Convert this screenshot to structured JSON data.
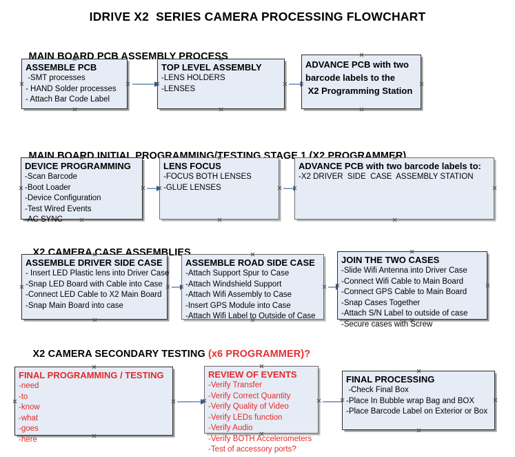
{
  "document": {
    "title": "IDRIVE X2  SERIES CAMERA PROCESSING FLOWCHART",
    "accent_color": "#e02b2b",
    "box_fill": "#e6ecf6",
    "arrow_color": "#8ba6c4"
  },
  "sections": [
    {
      "heading": "MAIN BOARD PCB ASSEMBLY PROCESS",
      "heading_red": "",
      "boxes": [
        {
          "title": "ASSEMBLE PCB",
          "lines": [
            " -SMT processes",
            "- HAND Solder processes",
            "- Attach Bar Code Label"
          ]
        },
        {
          "title": "TOP LEVEL ASSEMBLY",
          "lines": [
            "-LENS HOLDERS",
            "-LENSES"
          ]
        },
        {
          "title": "ADVANCE PCB with two\nbarcode labels to the\n X2 Programming Station",
          "lines": []
        }
      ]
    },
    {
      "heading": "MAIN BOARD INITIAL PROGRAMMING/TESTING STAGE 1 (X2 PROGRAMMER)",
      "heading_red": "",
      "boxes": [
        {
          "title": "DEVICE PROGRAMMING",
          "lines": [
            "-Scan Barcode",
            "-Boot Loader",
            "-Device Configuration",
            "-Test Wired Events",
            "-AC SYNC"
          ]
        },
        {
          "title": "LENS FOCUS",
          "lines": [
            "-FOCUS BOTH LENSES",
            "-GLUE LENSES"
          ]
        },
        {
          "title": "ADVANCE PCB with two barcode labels to:",
          "lines": [
            "-X2 DRIVER  SIDE  CASE  ASSEMBLY STATION"
          ]
        }
      ]
    },
    {
      "heading": "X2 CAMERA CASE ASSEMBLIES",
      "heading_red": "",
      "boxes": [
        {
          "title": "ASSEMBLE DRIVER SIDE CASE",
          "lines": [
            "- Insert LED Plastic lens into Driver Case",
            "-Snap LED Board with Cable into Case",
            "-Connect LED Cable to X2 Main Board",
            "-Snap Main Board into case"
          ]
        },
        {
          "title": "ASSEMBLE ROAD SIDE CASE",
          "lines": [
            "-Attach Support Spur to Case",
            "-Attach Windshield Support",
            "-Attach Wifi Assembly to Case",
            "-Insert GPS Module into Case",
            "-Attach Wifi Label to Outside of Case"
          ]
        },
        {
          "title": "JOIN THE TWO CASES",
          "lines": [
            "-Slide Wifi Antenna into Driver Case",
            "-Connect Wifi Cable to Main Board",
            "-Connect GPS Cable to Main Board",
            "-Snap Cases Together",
            "-Attach S/N Label to outside of case",
            "-Secure cases with Screw"
          ]
        }
      ]
    },
    {
      "heading": "X2 CAMERA SECONDARY TESTING ",
      "heading_red": "(x6 PROGRAMMER)?",
      "boxes": [
        {
          "title": "FINAL PROGRAMMING / TESTING",
          "lines": [
            "-need",
            "-to",
            "-know",
            "-what",
            "-goes",
            "-here"
          ]
        },
        {
          "title": "REVIEW OF EVENTS",
          "lines": [
            "-Verify Transfer",
            "-Verify Correct Quantity",
            "-Verify Quality of Video",
            "-Verify LEDs function",
            "-Verify Audio",
            "-Verify BOTH Accelerometers",
            "-Test of accessory ports?"
          ]
        },
        {
          "title": "FINAL PROCESSING",
          "lines": [
            " -Check Final Box",
            "-Place In Bubble wrap Bag and BOX",
            "-Place Barcode Label on Exterior or Box"
          ]
        }
      ]
    }
  ]
}
